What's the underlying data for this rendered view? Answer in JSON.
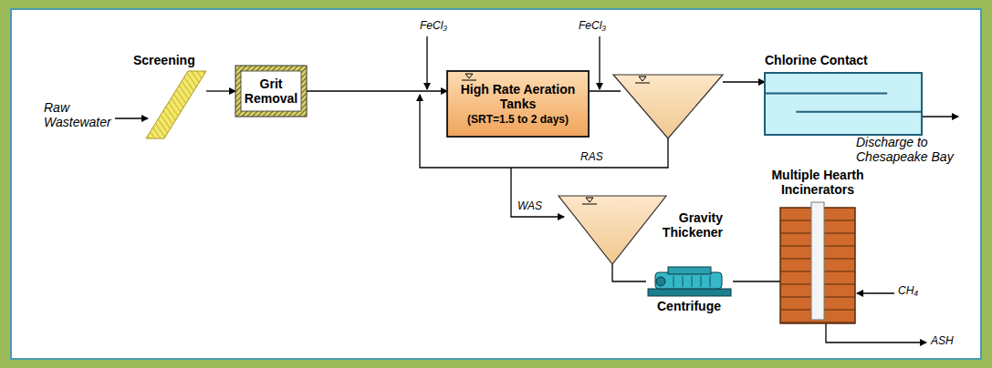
{
  "diagram": {
    "nodes": [
      {
        "text": [
          "Screening"
        ]
      },
      {
        "text": [
          "Grit Removal"
        ]
      },
      {
        "text": [
          "High Rate Aeration Tanks",
          "(SRT=1.5 to 2 days)"
        ]
      },
      {
        "text": [
          "Chlorine Contact"
        ]
      },
      {
        "text": [
          "Gravity Thickener"
        ]
      },
      {
        "text": [
          "Centrifuge"
        ]
      },
      {
        "text": [
          "Multiple Hearth Incinerators"
        ]
      }
    ],
    "edges": [
      {
        "from": 0,
        "to": 1,
        "arrow": "to"
      },
      {
        "from": 1,
        "to": 2,
        "arrow": "to"
      },
      {
        "from": 4,
        "to": 5,
        "arrow": "none"
      },
      {
        "from": 5,
        "to": 6,
        "arrow": "none"
      }
    ],
    "labels": [
      "Raw Wastewater",
      "FeCl₃",
      "FeCl₃",
      "RAS",
      "WAS",
      "Discharge to Chesapeake Bay",
      "CH₄",
      "ASH"
    ]
  }
}
